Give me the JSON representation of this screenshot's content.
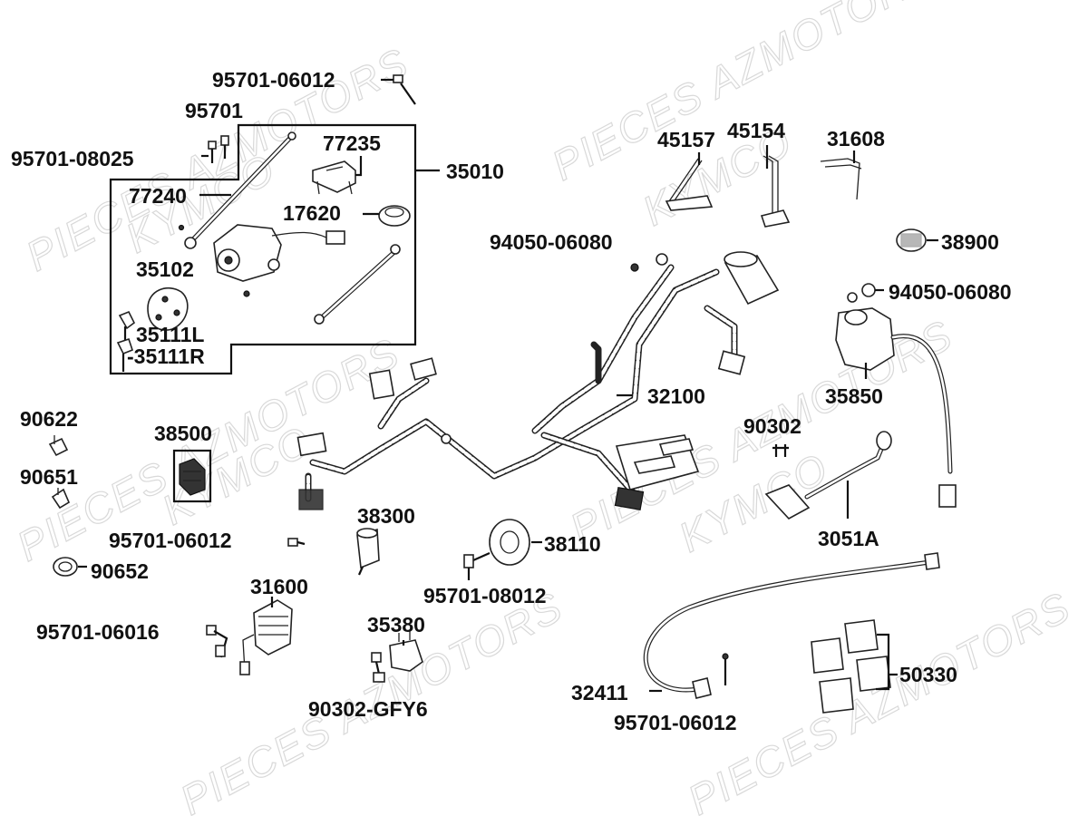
{
  "watermarks": [
    "PIECES AZMOTORS",
    "KYMCO"
  ],
  "labels": [
    {
      "id": "p95701_06012_top",
      "text": "95701-06012"
    },
    {
      "id": "p95701",
      "text": "95701"
    },
    {
      "id": "p95701_08025",
      "text": "95701-08025"
    },
    {
      "id": "p77235",
      "text": "77235"
    },
    {
      "id": "p35010",
      "text": "35010"
    },
    {
      "id": "p77240",
      "text": "77240"
    },
    {
      "id": "p17620",
      "text": "17620"
    },
    {
      "id": "p35102",
      "text": "35102"
    },
    {
      "id": "p35111L",
      "text": "35111L"
    },
    {
      "id": "p35111R",
      "text": "-35111R"
    },
    {
      "id": "p45157",
      "text": "45157"
    },
    {
      "id": "p45154",
      "text": "45154"
    },
    {
      "id": "p31608",
      "text": "31608"
    },
    {
      "id": "p94050_a",
      "text": "94050-06080"
    },
    {
      "id": "p38900",
      "text": "38900"
    },
    {
      "id": "p94050_b",
      "text": "94050-06080"
    },
    {
      "id": "p32100",
      "text": "32100"
    },
    {
      "id": "p35850",
      "text": "35850"
    },
    {
      "id": "p90622",
      "text": "90622"
    },
    {
      "id": "p38500",
      "text": "38500"
    },
    {
      "id": "p90302",
      "text": "90302"
    },
    {
      "id": "p90651",
      "text": "90651"
    },
    {
      "id": "p38300",
      "text": "38300"
    },
    {
      "id": "p95701_06012_mid",
      "text": "95701-06012"
    },
    {
      "id": "p38110",
      "text": "38110"
    },
    {
      "id": "p3051A",
      "text": "3051A"
    },
    {
      "id": "p90652",
      "text": "90652"
    },
    {
      "id": "p95701_08012",
      "text": "95701-08012"
    },
    {
      "id": "p31600",
      "text": "31600"
    },
    {
      "id": "p35380",
      "text": "35380"
    },
    {
      "id": "p95701_06016",
      "text": "95701-06016"
    },
    {
      "id": "p50330",
      "text": "50330"
    },
    {
      "id": "p32411",
      "text": "32411"
    },
    {
      "id": "p95701_06012_bot",
      "text": "95701-06012"
    },
    {
      "id": "p90302_gfy6",
      "text": "90302-GFY6"
    }
  ]
}
